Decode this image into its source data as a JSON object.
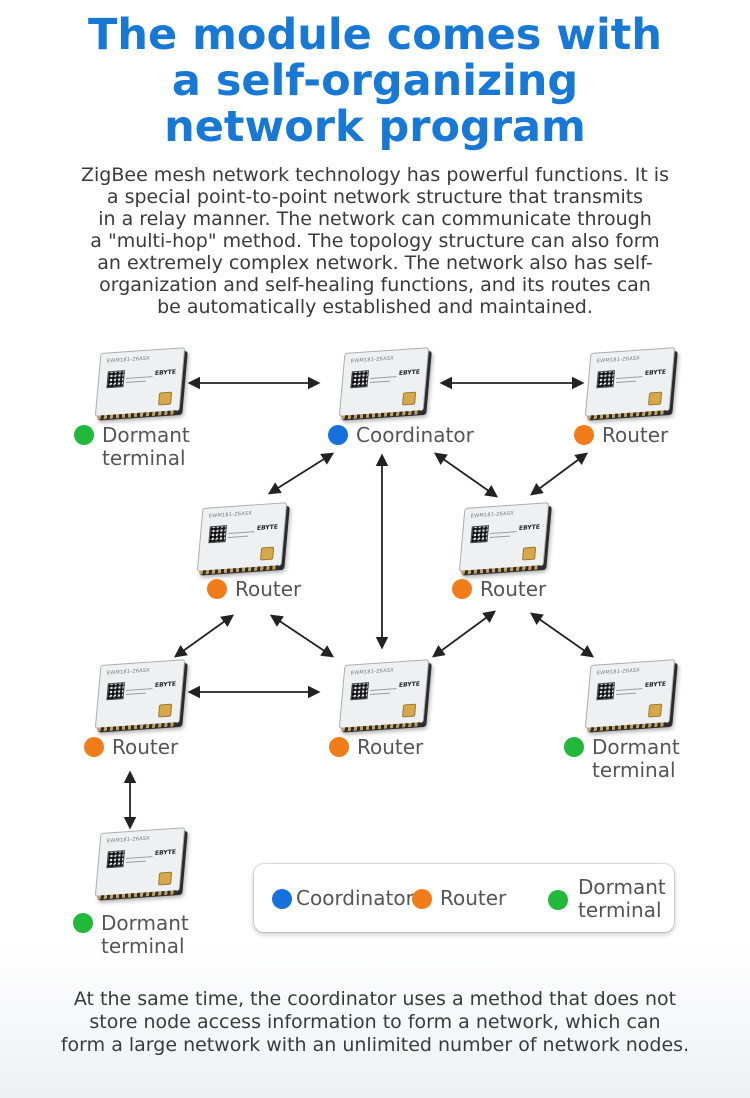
{
  "title": {
    "line1": "The module comes with",
    "line2": "a self-organizing",
    "line3": "network program"
  },
  "description": [
    "ZigBee mesh network technology has powerful functions. It is",
    "a special point-to-point network structure that transmits",
    "in a relay manner. The network can communicate through",
    "a \"multi-hop\" method. The topology structure can also form",
    "an extremely complex network. The network also has self-",
    "organization and self-healing functions, and its routes can",
    "be automatically established and maintained."
  ],
  "colors": {
    "title": "#1878d6",
    "coordinator": "#1870dc",
    "router": "#f07d1a",
    "dormant": "#22b83a",
    "text": "#555555"
  },
  "module_print": {
    "model": "EWM181-Z6ASX",
    "brand": "EBYTE"
  },
  "nodes": [
    {
      "id": "n1",
      "type": "dormant",
      "label1": "Dormant",
      "label2": "terminal"
    },
    {
      "id": "n2",
      "type": "coordinator",
      "label1": "Coordinator",
      "label2": ""
    },
    {
      "id": "n3",
      "type": "router",
      "label1": "Router",
      "label2": ""
    },
    {
      "id": "n4",
      "type": "router",
      "label1": "Router",
      "label2": ""
    },
    {
      "id": "n5",
      "type": "router",
      "label1": "Router",
      "label2": ""
    },
    {
      "id": "n6",
      "type": "router",
      "label1": "Router",
      "label2": ""
    },
    {
      "id": "n7",
      "type": "router",
      "label1": "Router",
      "label2": ""
    },
    {
      "id": "n8",
      "type": "dormant",
      "label1": "Dormant",
      "label2": "terminal"
    },
    {
      "id": "n9",
      "type": "dormant",
      "label1": "Dormant",
      "label2": "terminal"
    }
  ],
  "legend": {
    "coordinator": "Coordinator",
    "router": "Router",
    "dormant_line1": "Dormant",
    "dormant_line2": "terminal"
  },
  "footer": [
    "At the same time, the coordinator uses a method that does not",
    "store node access information to form a network, which can",
    "form a large network with an unlimited number of network nodes."
  ]
}
